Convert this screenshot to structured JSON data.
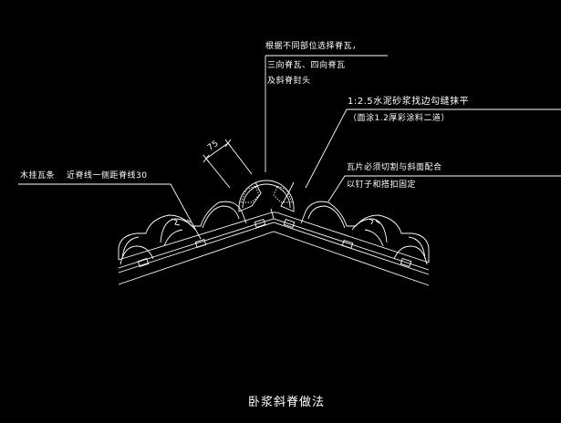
{
  "annotations": {
    "ridge_tile_line1": "根据不同部位选择脊瓦，",
    "ridge_tile_line2": "三向脊瓦、四向脊瓦",
    "ridge_tile_line3": "及斜脊封头",
    "mortar_line1": "1:2.5水泥砂浆找边勾缝抹平",
    "mortar_line2": "（面涂1.2厚彩涂料二道）",
    "batten_label": "木挂瓦条",
    "batten_note": "近脊线一侧距脊线30",
    "tile_cut_line1": "瓦片必须切割与斜面配合",
    "tile_cut_line2": "以钉子和搭扣固定",
    "dimension": "75"
  },
  "title": "卧浆斜脊做法",
  "colors": {
    "background": "#000000",
    "lines": "#ffffff"
  }
}
